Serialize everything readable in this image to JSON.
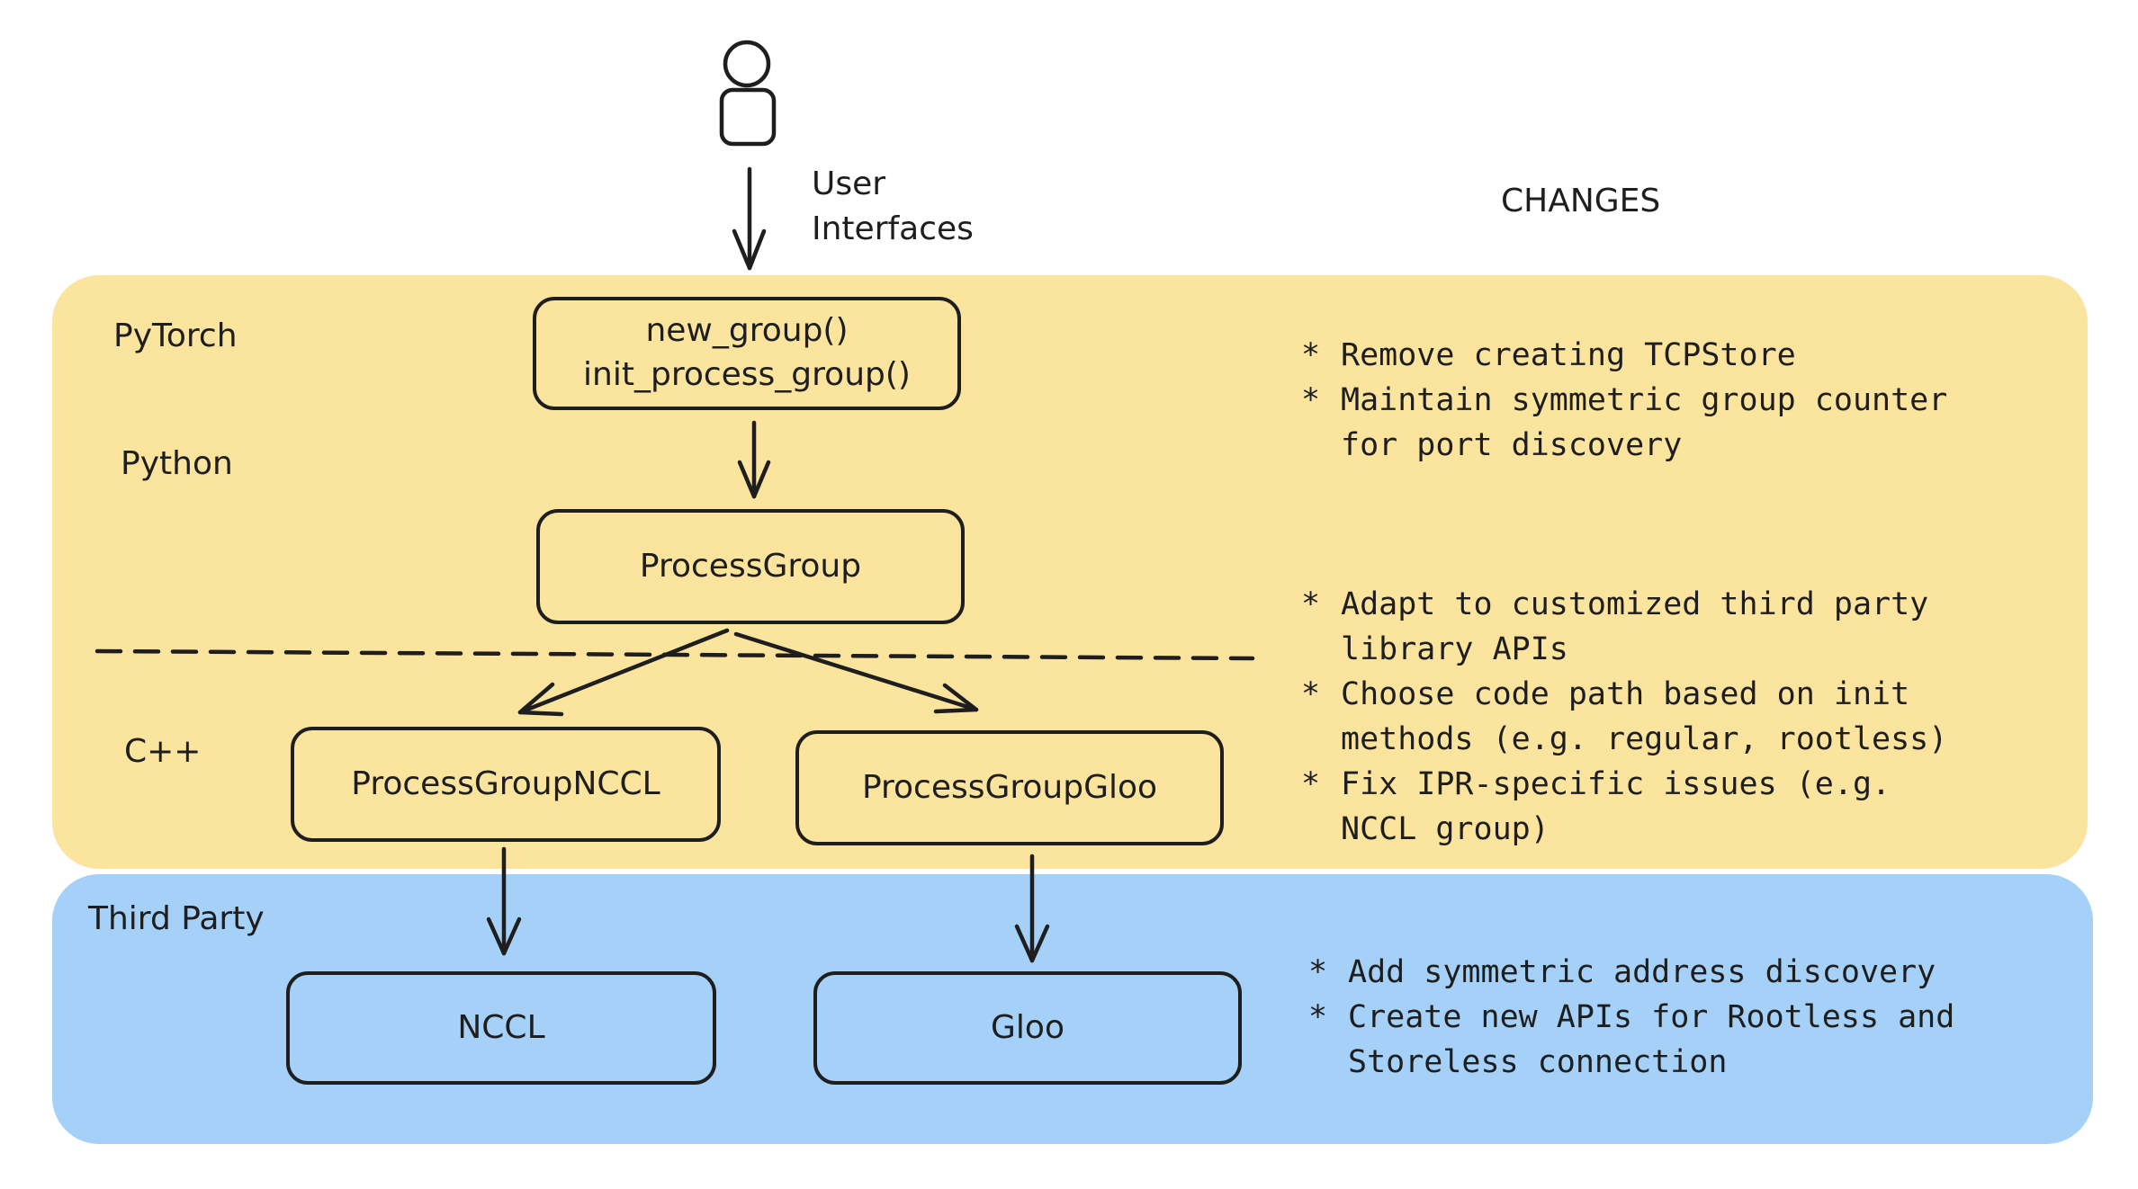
{
  "header": {
    "user_interfaces": [
      "User",
      "Interfaces"
    ],
    "changes_title": "CHANGES"
  },
  "layers": {
    "pytorch": "PyTorch",
    "python": "Python",
    "cpp": "C++",
    "third_party": "Third Party"
  },
  "boxes": {
    "api": [
      "new_group()",
      "init_process_group()"
    ],
    "process_group": "ProcessGroup",
    "pg_nccl": "ProcessGroupNCCL",
    "pg_gloo": "ProcessGroupGloo",
    "nccl": "NCCL",
    "gloo": "Gloo"
  },
  "notes": {
    "python_changes": [
      [
        "Remove creating TCPStore"
      ],
      [
        "Maintain symmetric group counter",
        "for port discovery"
      ]
    ],
    "cpp_changes": [
      [
        "Adapt to customized third party",
        "library APIs"
      ],
      [
        "Choose code path based on init",
        "methods (e.g. regular, rootless)"
      ],
      [
        "Fix IPR-specific issues (e.g.",
        "NCCL group)"
      ]
    ],
    "third_party_changes": [
      [
        "Add symmetric address discovery"
      ],
      [
        "Create new APIs for Rootless and",
        "Storeless connection"
      ]
    ],
    "bullet": "*"
  },
  "colors": {
    "yellow_band": "#fbe49e",
    "blue_band": "#a5d0f8",
    "stroke": "#1e1e1e"
  }
}
